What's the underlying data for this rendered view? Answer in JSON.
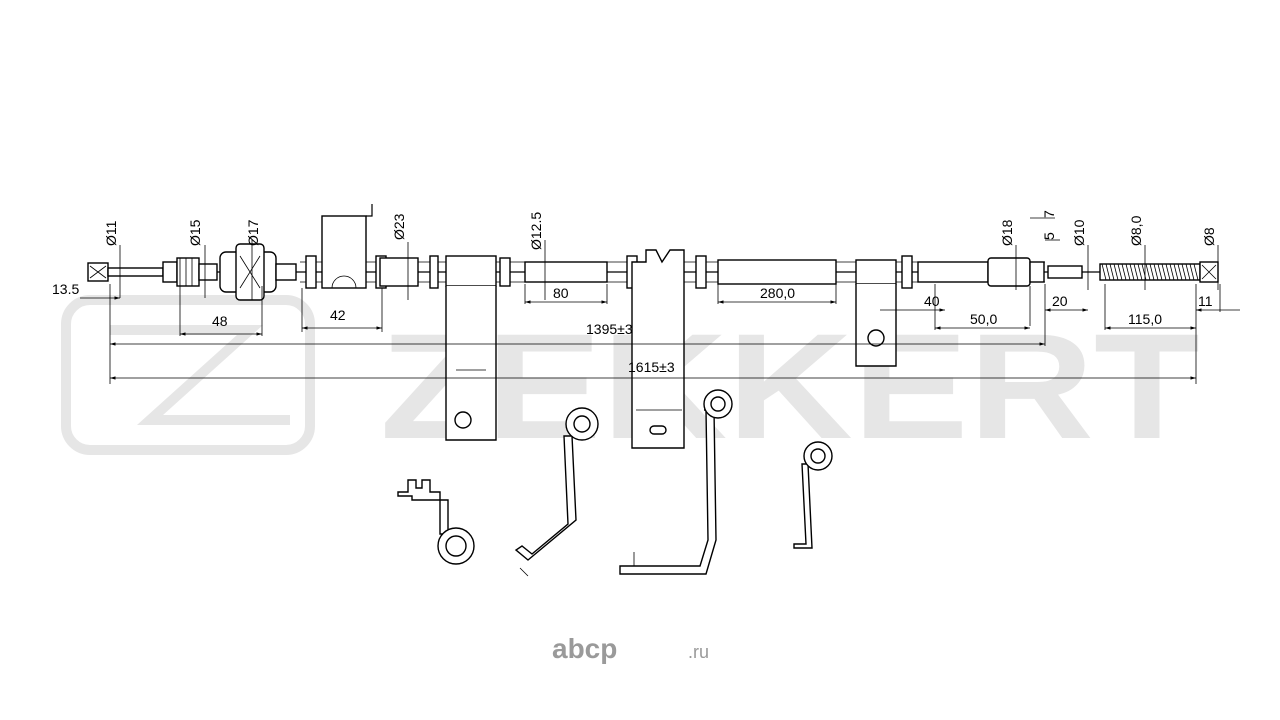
{
  "colors": {
    "line": "#000000",
    "watermark": "#e6e6e6",
    "brand": "#9a9a9a"
  },
  "watermark": {
    "text": "ZEKKERT"
  },
  "site_logo": {
    "name": "abcp",
    "suffix": ".ru"
  },
  "diameters": {
    "d11": "Ø11",
    "d15": "Ø15",
    "d17": "Ø17",
    "d23": "Ø23",
    "d12_5": "Ø12.5",
    "d18": "Ø18",
    "d10": "Ø10",
    "d8_0": "Ø8,0",
    "d8": "Ø8"
  },
  "lengths": {
    "l13_5": "13.5",
    "l48": "48",
    "l42": "42",
    "l80": "80",
    "l1395": "1395±3",
    "l1615": "1615±3",
    "l280": "280,0",
    "l40": "40",
    "l50": "50,0",
    "l20": "20",
    "l115": "115,0",
    "l11": "11",
    "l7": "7",
    "l5": "5"
  }
}
